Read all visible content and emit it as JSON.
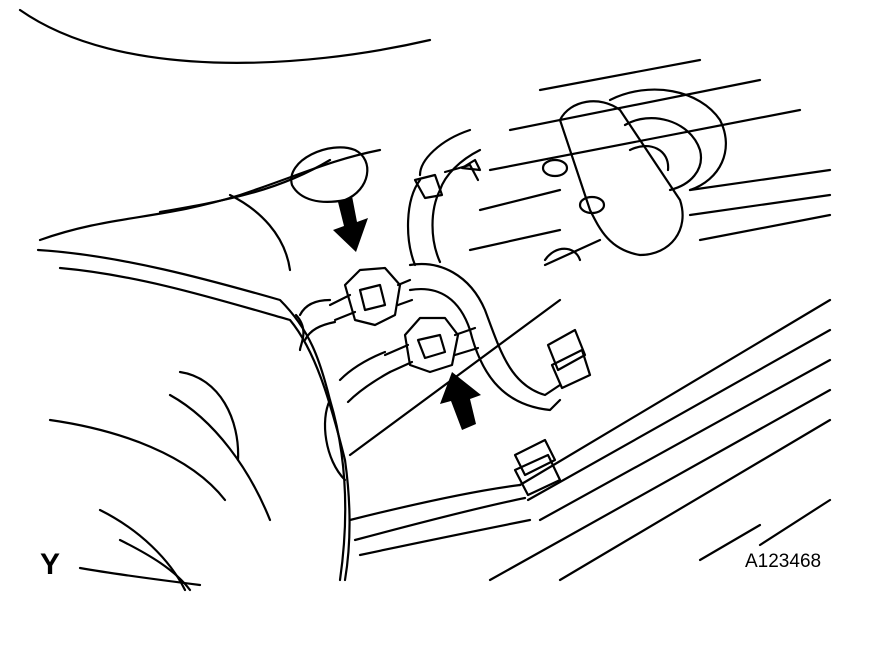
{
  "view_label": "Y",
  "figure_id": "A123468",
  "callouts": [
    {
      "name": "upper-connector-arrow",
      "direction": "down"
    },
    {
      "name": "lower-connector-arrow",
      "direction": "up"
    }
  ]
}
